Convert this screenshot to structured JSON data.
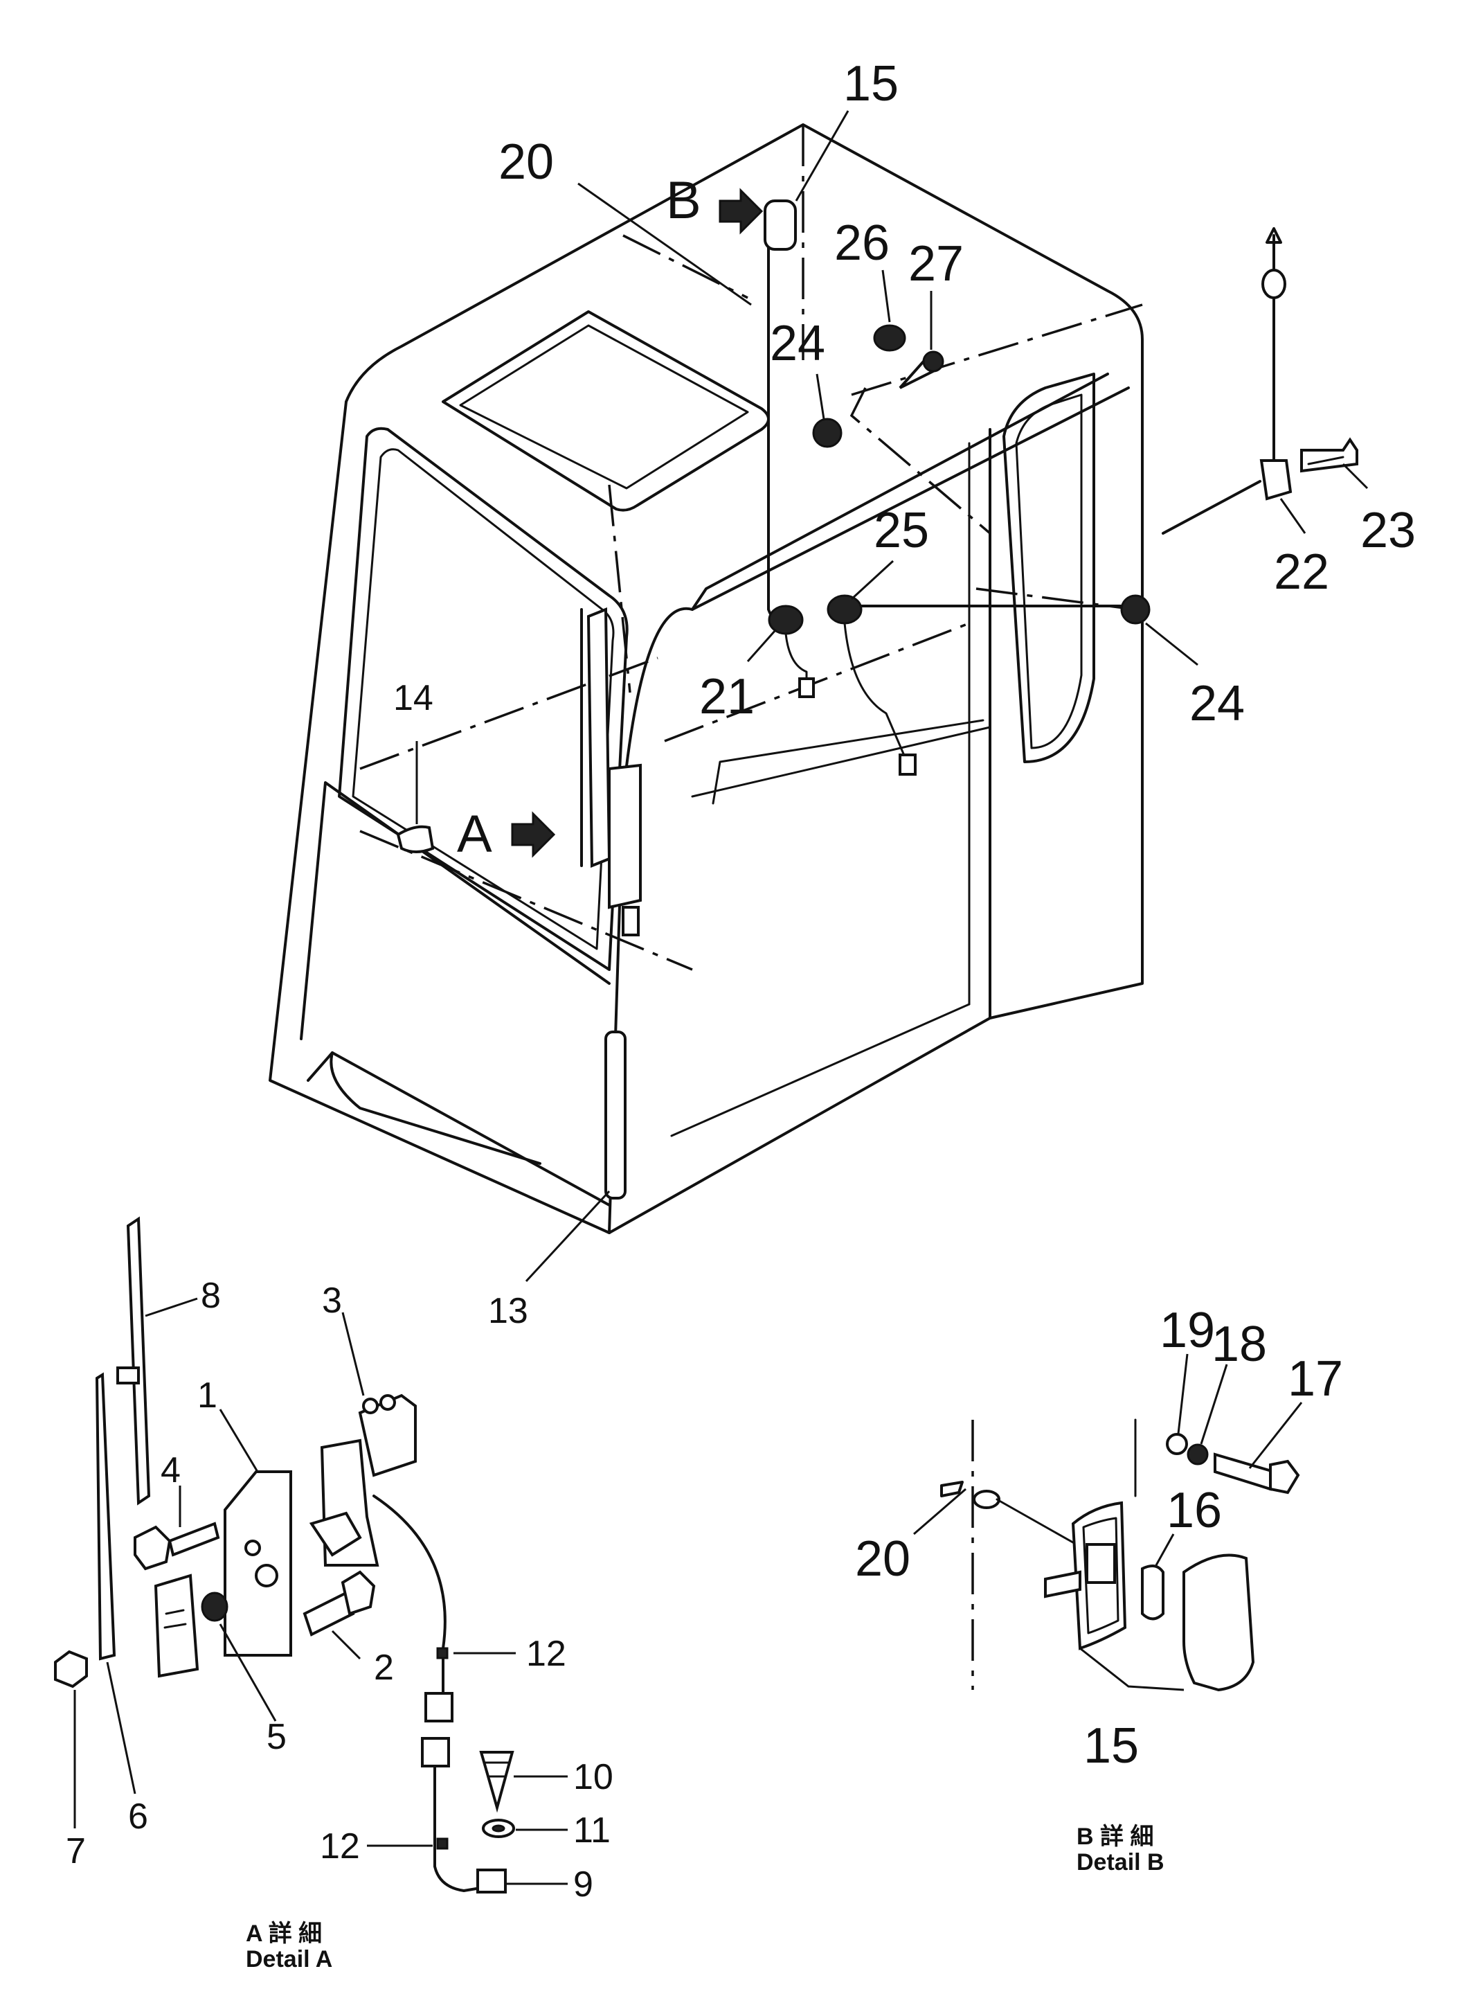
{
  "callouts_main": {
    "p15": "15",
    "p20": "20",
    "pB": "B",
    "p26": "26",
    "p27": "27",
    "p24a": "24",
    "p25": "25",
    "p22": "22",
    "p23": "23",
    "p21": "21",
    "p24b": "24",
    "p14": "14",
    "pA": "A",
    "p13": "13"
  },
  "callouts_detail_a": {
    "p8": "8",
    "p3": "3",
    "p1": "1",
    "p4": "4",
    "p2": "2",
    "p12a": "12",
    "p5": "5",
    "p7": "7",
    "p6": "6",
    "p10": "10",
    "p11": "11",
    "p12b": "12",
    "p9": "9"
  },
  "callouts_detail_b": {
    "p19": "19",
    "p18": "18",
    "p17": "17",
    "p16": "16",
    "p20": "20",
    "p15": "15"
  },
  "detail_a_caption": {
    "jp": "A 詳 細",
    "en": "Detail A"
  },
  "detail_b_caption": {
    "jp": "B 詳 細",
    "en": "Detail B"
  }
}
